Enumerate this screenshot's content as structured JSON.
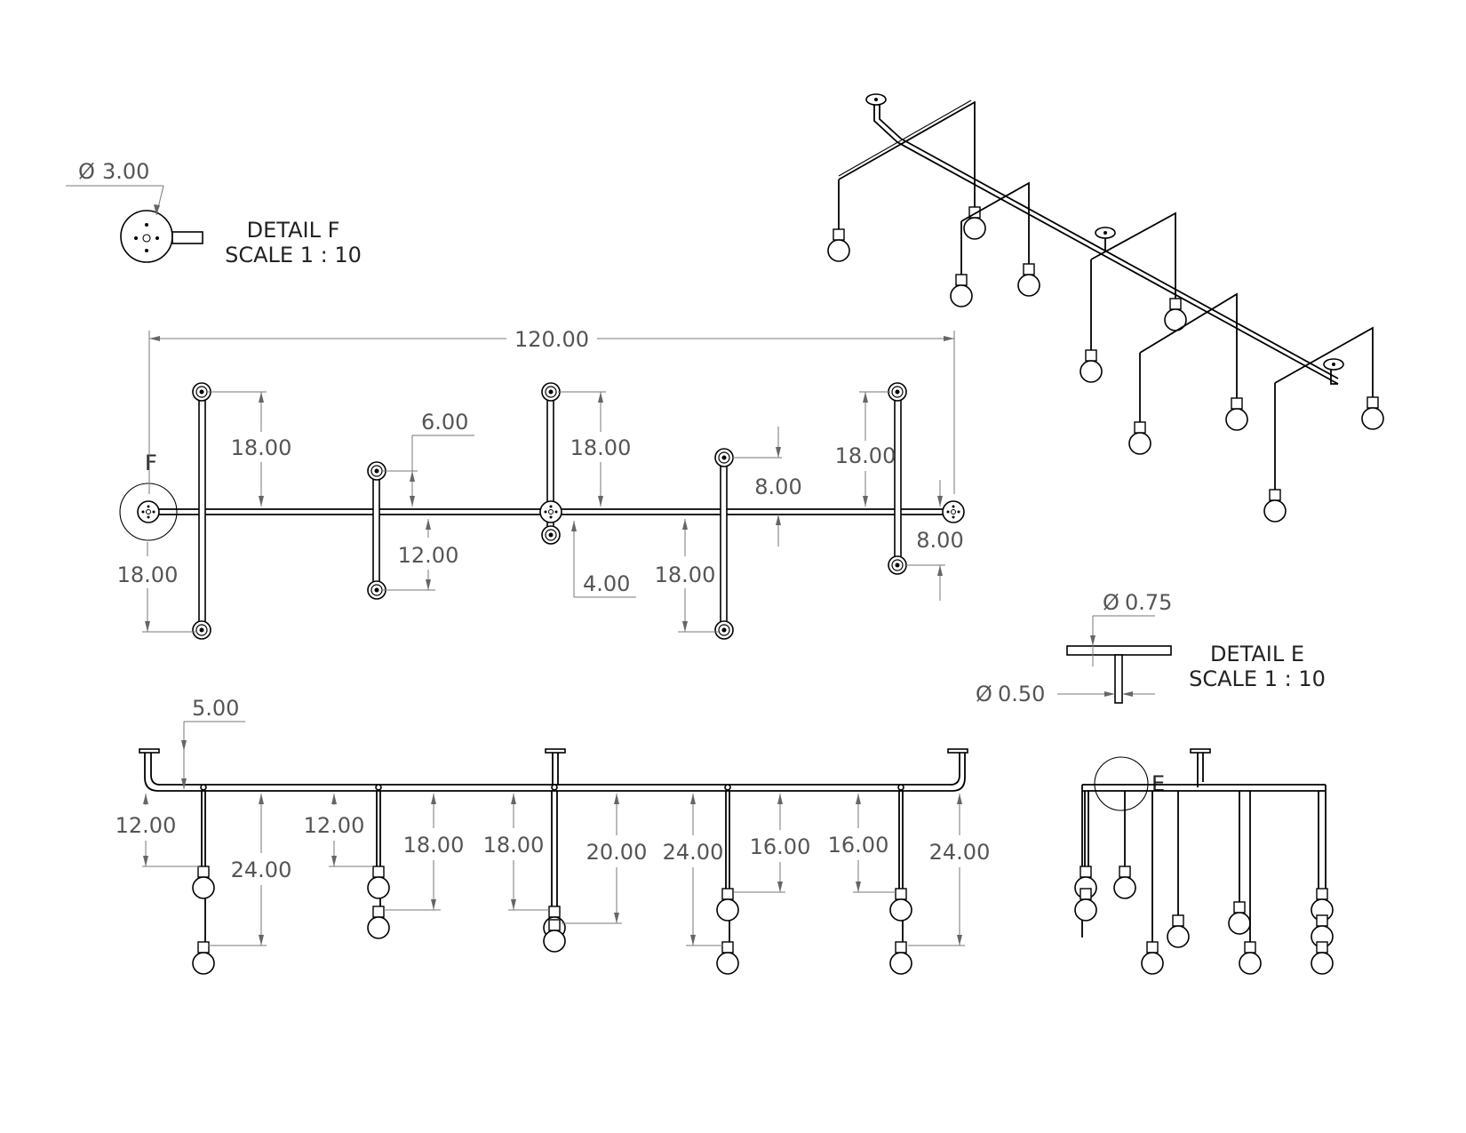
{
  "detail_f": {
    "title": "DETAIL F",
    "scale": "SCALE 1 : 10",
    "diameter": "3.00"
  },
  "detail_e": {
    "title": "DETAIL E",
    "scale": "SCALE 1 : 10",
    "diameter_top": "0.75",
    "diameter_stem": "0.50"
  },
  "top_view": {
    "overall_length": "120.00",
    "callout": "F",
    "dims": [
      "18.00",
      "18.00",
      "6.00",
      "12.00",
      "18.00",
      "4.00",
      "18.00",
      "8.00",
      "18.00",
      "8.00"
    ]
  },
  "front_view": {
    "dims": [
      "5.00",
      "12.00",
      "24.00",
      "12.00",
      "18.00",
      "18.00",
      "20.00",
      "24.00",
      "16.00",
      "16.00",
      "24.00"
    ]
  },
  "side_view": {
    "callout": "E"
  },
  "symbols": {
    "diameter": "Ø"
  }
}
